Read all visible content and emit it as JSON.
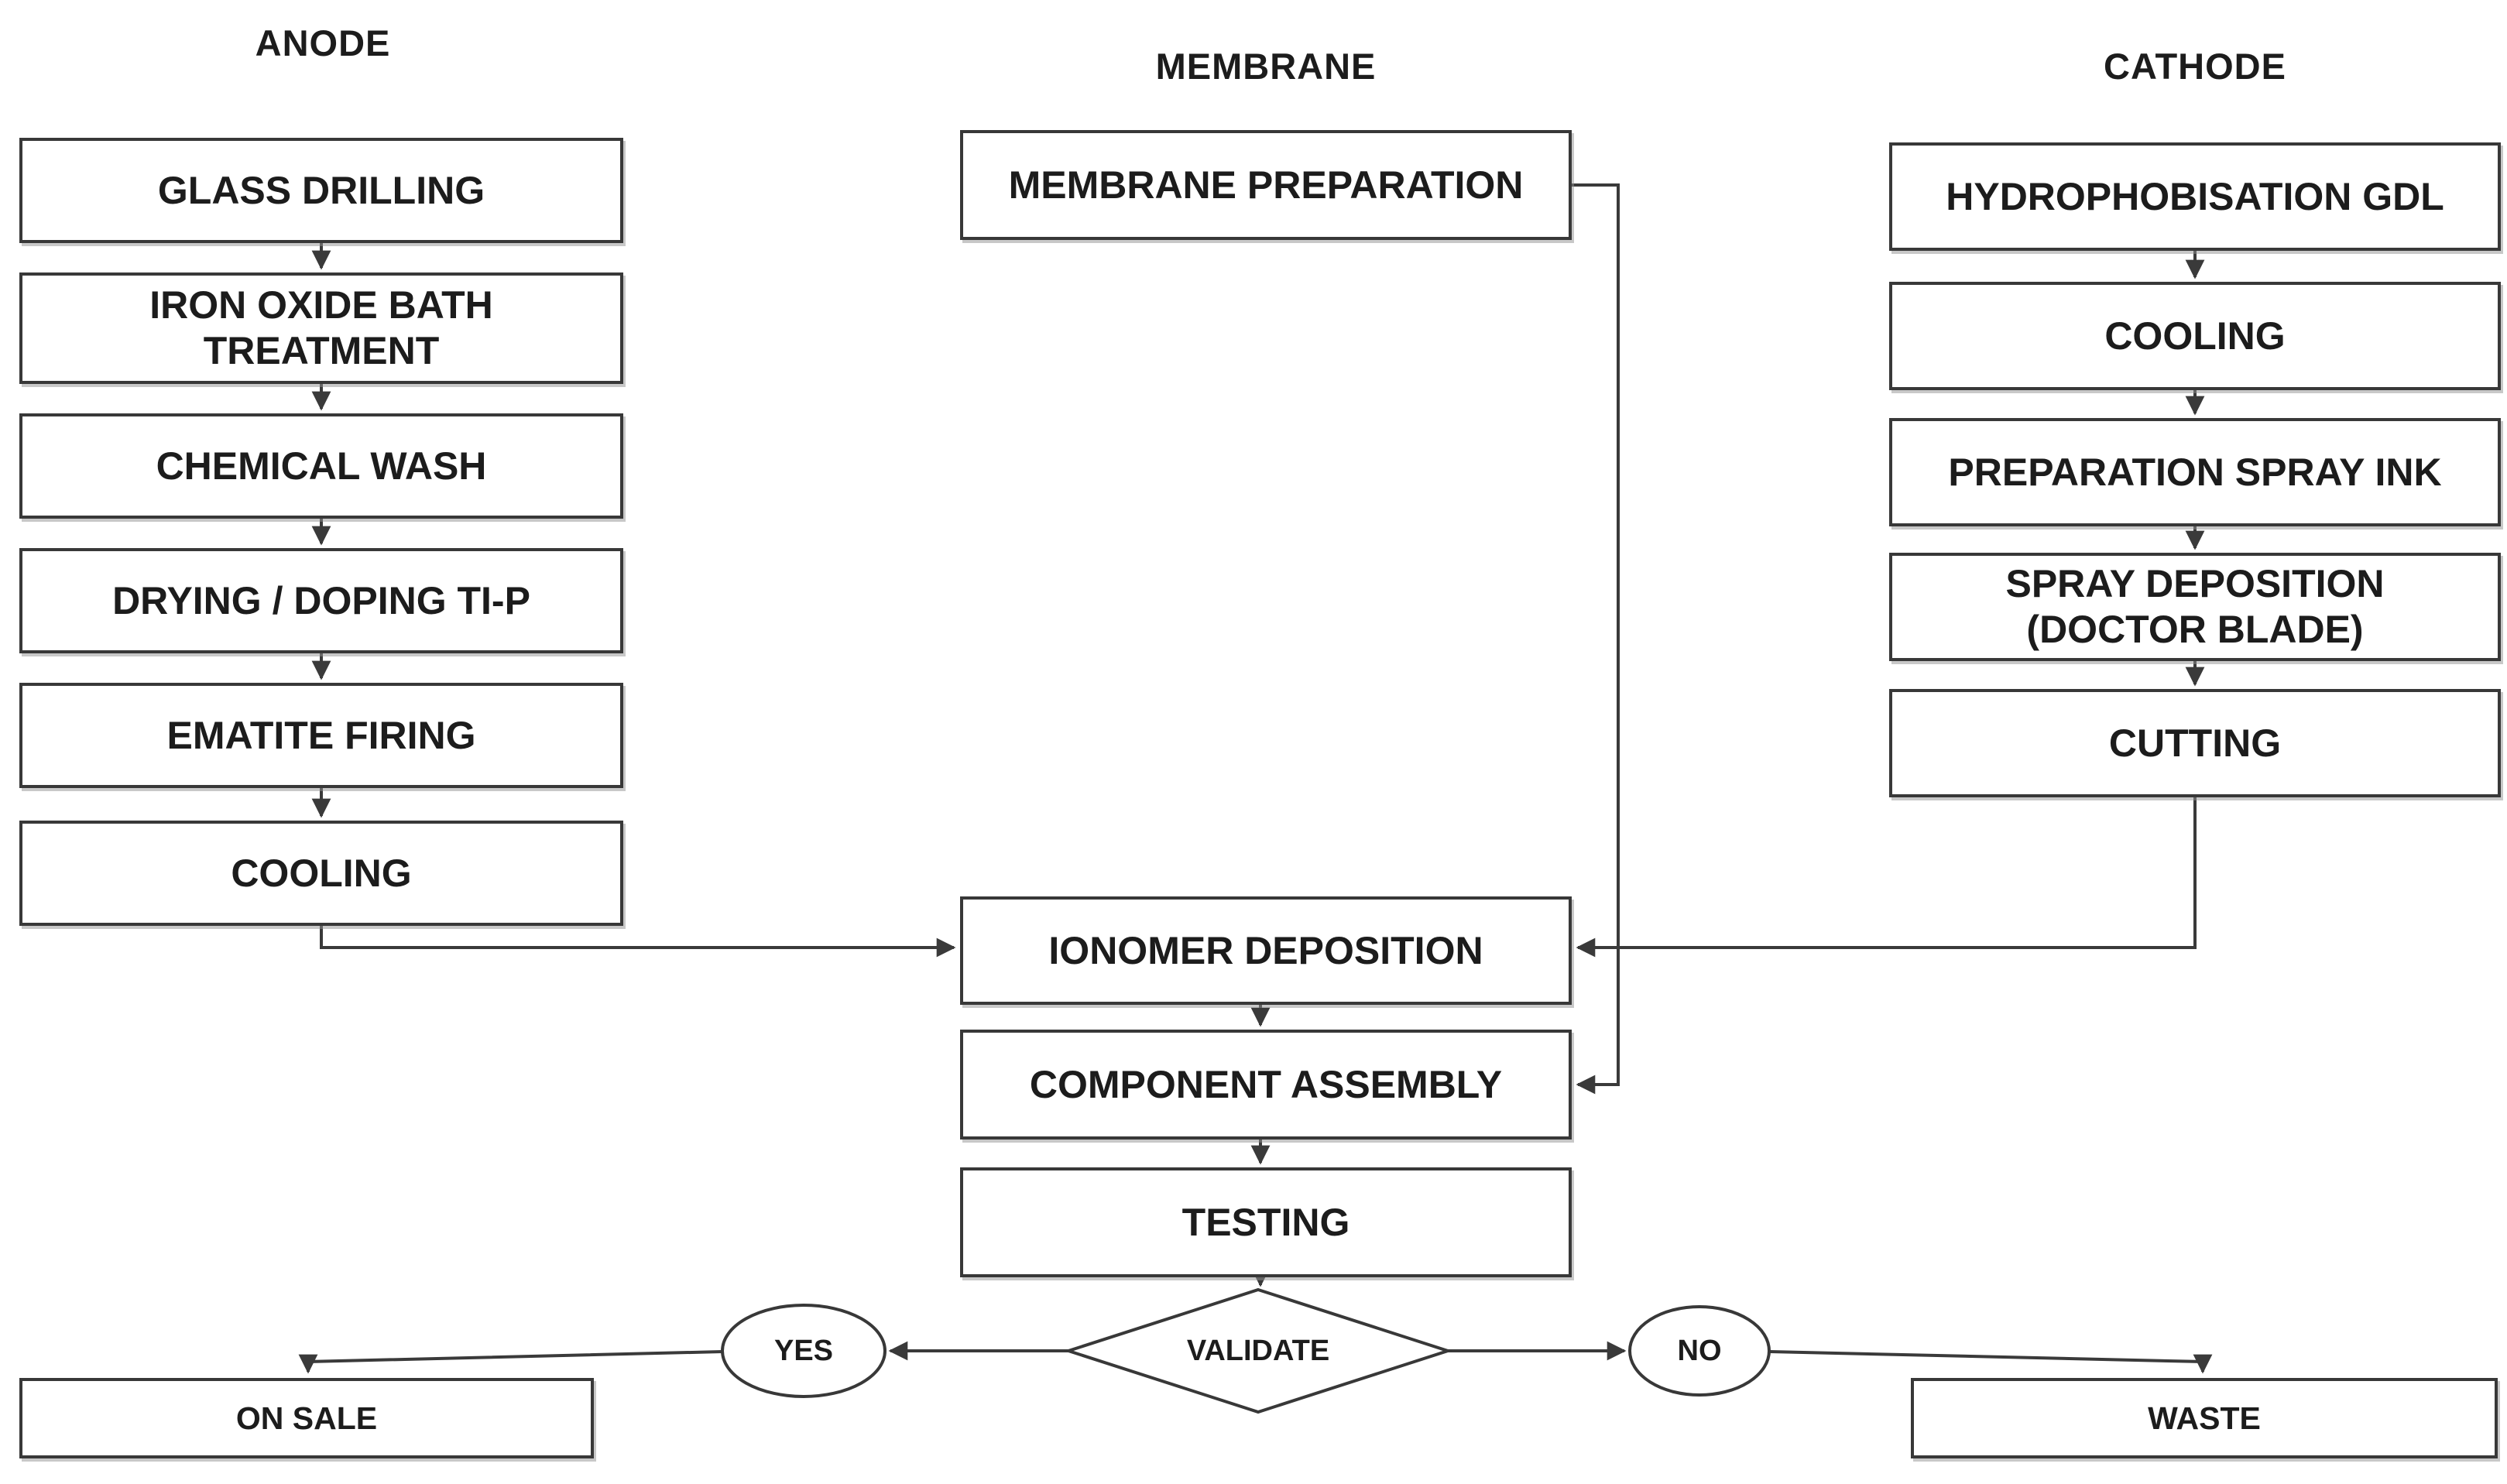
{
  "flow": {
    "columns": [
      {
        "title": "ANODE",
        "steps": [
          "GLASS DRILLING",
          "IRON OXIDE BATH TREATMENT",
          "CHEMICAL WASH",
          "DRYING / DOPING TI-P",
          "EMATITE FIRING",
          "COOLING"
        ]
      },
      {
        "title": "MEMBRANE",
        "steps": [
          "MEMBRANE PREPARATION"
        ]
      },
      {
        "title": "CATHODE",
        "steps": [
          "HYDROPHOBISATION GDL",
          "COOLING",
          "PREPARATION SPRAY INK",
          "SPRAY DEPOSITION (DOCTOR BLADE)",
          "CUTTING"
        ]
      }
    ],
    "assembly": {
      "steps": [
        "IONOMER DEPOSITION",
        "COMPONENT ASSEMBLY",
        "TESTING"
      ]
    },
    "decision": {
      "label": "VALIDATE",
      "yes_label": "YES",
      "no_label": "NO"
    },
    "outcomes": {
      "yes": "ON SALE",
      "no": "WASTE"
    },
    "style": {
      "line_color": "#3a3a3a",
      "border_color": "#383838",
      "text_color": "#1c1c1c",
      "shape_fill": "#ffffff",
      "background": "#ffffff"
    }
  }
}
